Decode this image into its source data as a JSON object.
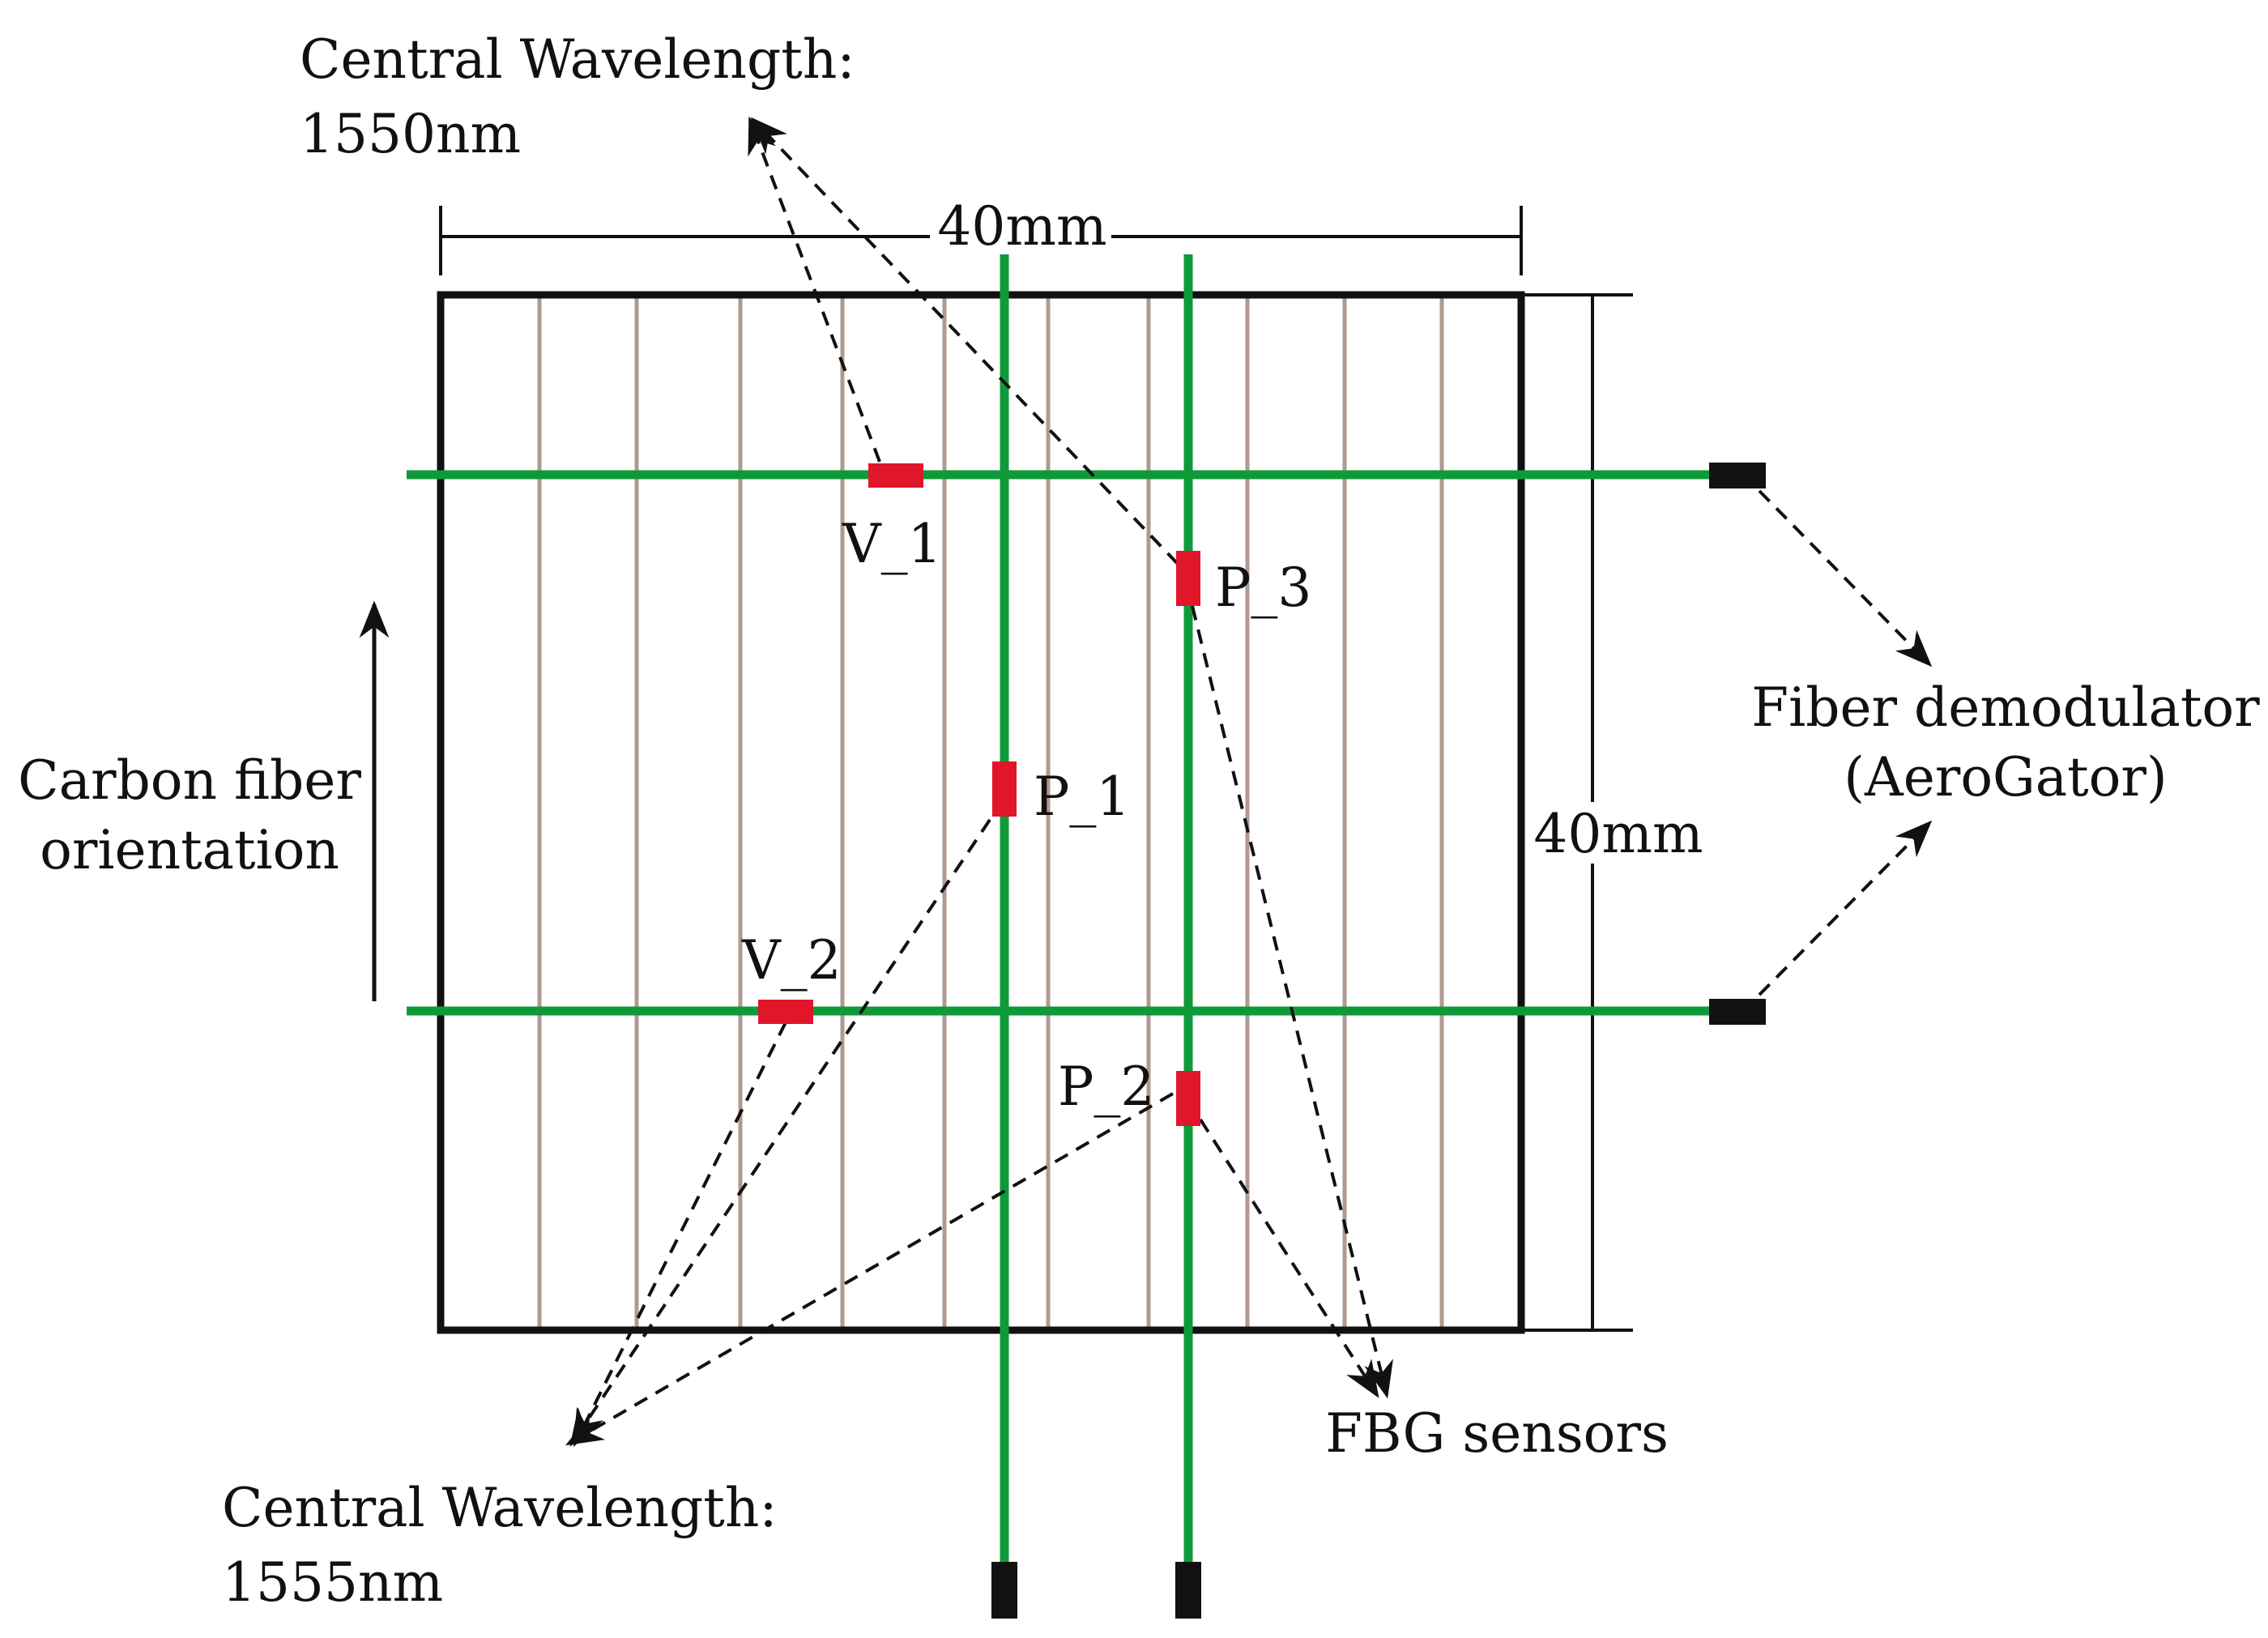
{
  "labels": {
    "top_wavelength_line1": "Central Wavelength:",
    "top_wavelength_line2": "1550nm",
    "bottom_wavelength_line1": "Central Wavelength:",
    "bottom_wavelength_line2": "1555nm",
    "width_dimension": "40mm",
    "height_dimension": "40mm",
    "carbon_fiber_line1": "Carbon fiber",
    "carbon_fiber_line2": "orientation",
    "demodulator_line1": "Fiber demodulator",
    "demodulator_line2": "(AeroGator)",
    "fbg_sensors": "FBG sensors"
  },
  "sensors": [
    {
      "id": "v1",
      "label": "V_1",
      "orientation": "horizontal"
    },
    {
      "id": "v2",
      "label": "V_2",
      "orientation": "horizontal"
    },
    {
      "id": "p1",
      "label": "P_1",
      "orientation": "vertical"
    },
    {
      "id": "p2",
      "label": "P_2",
      "orientation": "vertical"
    },
    {
      "id": "p3",
      "label": "P_3",
      "orientation": "vertical"
    }
  ],
  "colors": {
    "fiber": "#0f9a3a",
    "sensor": "#e0162b",
    "carbon_fiber": "#b09a8f",
    "outline": "#111111",
    "connector": "#111111"
  }
}
